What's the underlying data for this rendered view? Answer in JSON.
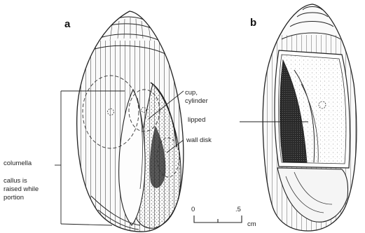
{
  "figure": {
    "panel_a": "a",
    "panel_b": "b"
  },
  "labels": {
    "cup_cylinder": "cup, cylinder",
    "lipped": "lipped",
    "wall_disk": "wall disk",
    "columella": "columella",
    "callus": "callus is raised while portion"
  },
  "scale_bar": {
    "start": "0",
    "end": ".5",
    "unit": "cm"
  },
  "colors": {
    "ink": "#1a1a1a",
    "background": "#ffffff"
  }
}
